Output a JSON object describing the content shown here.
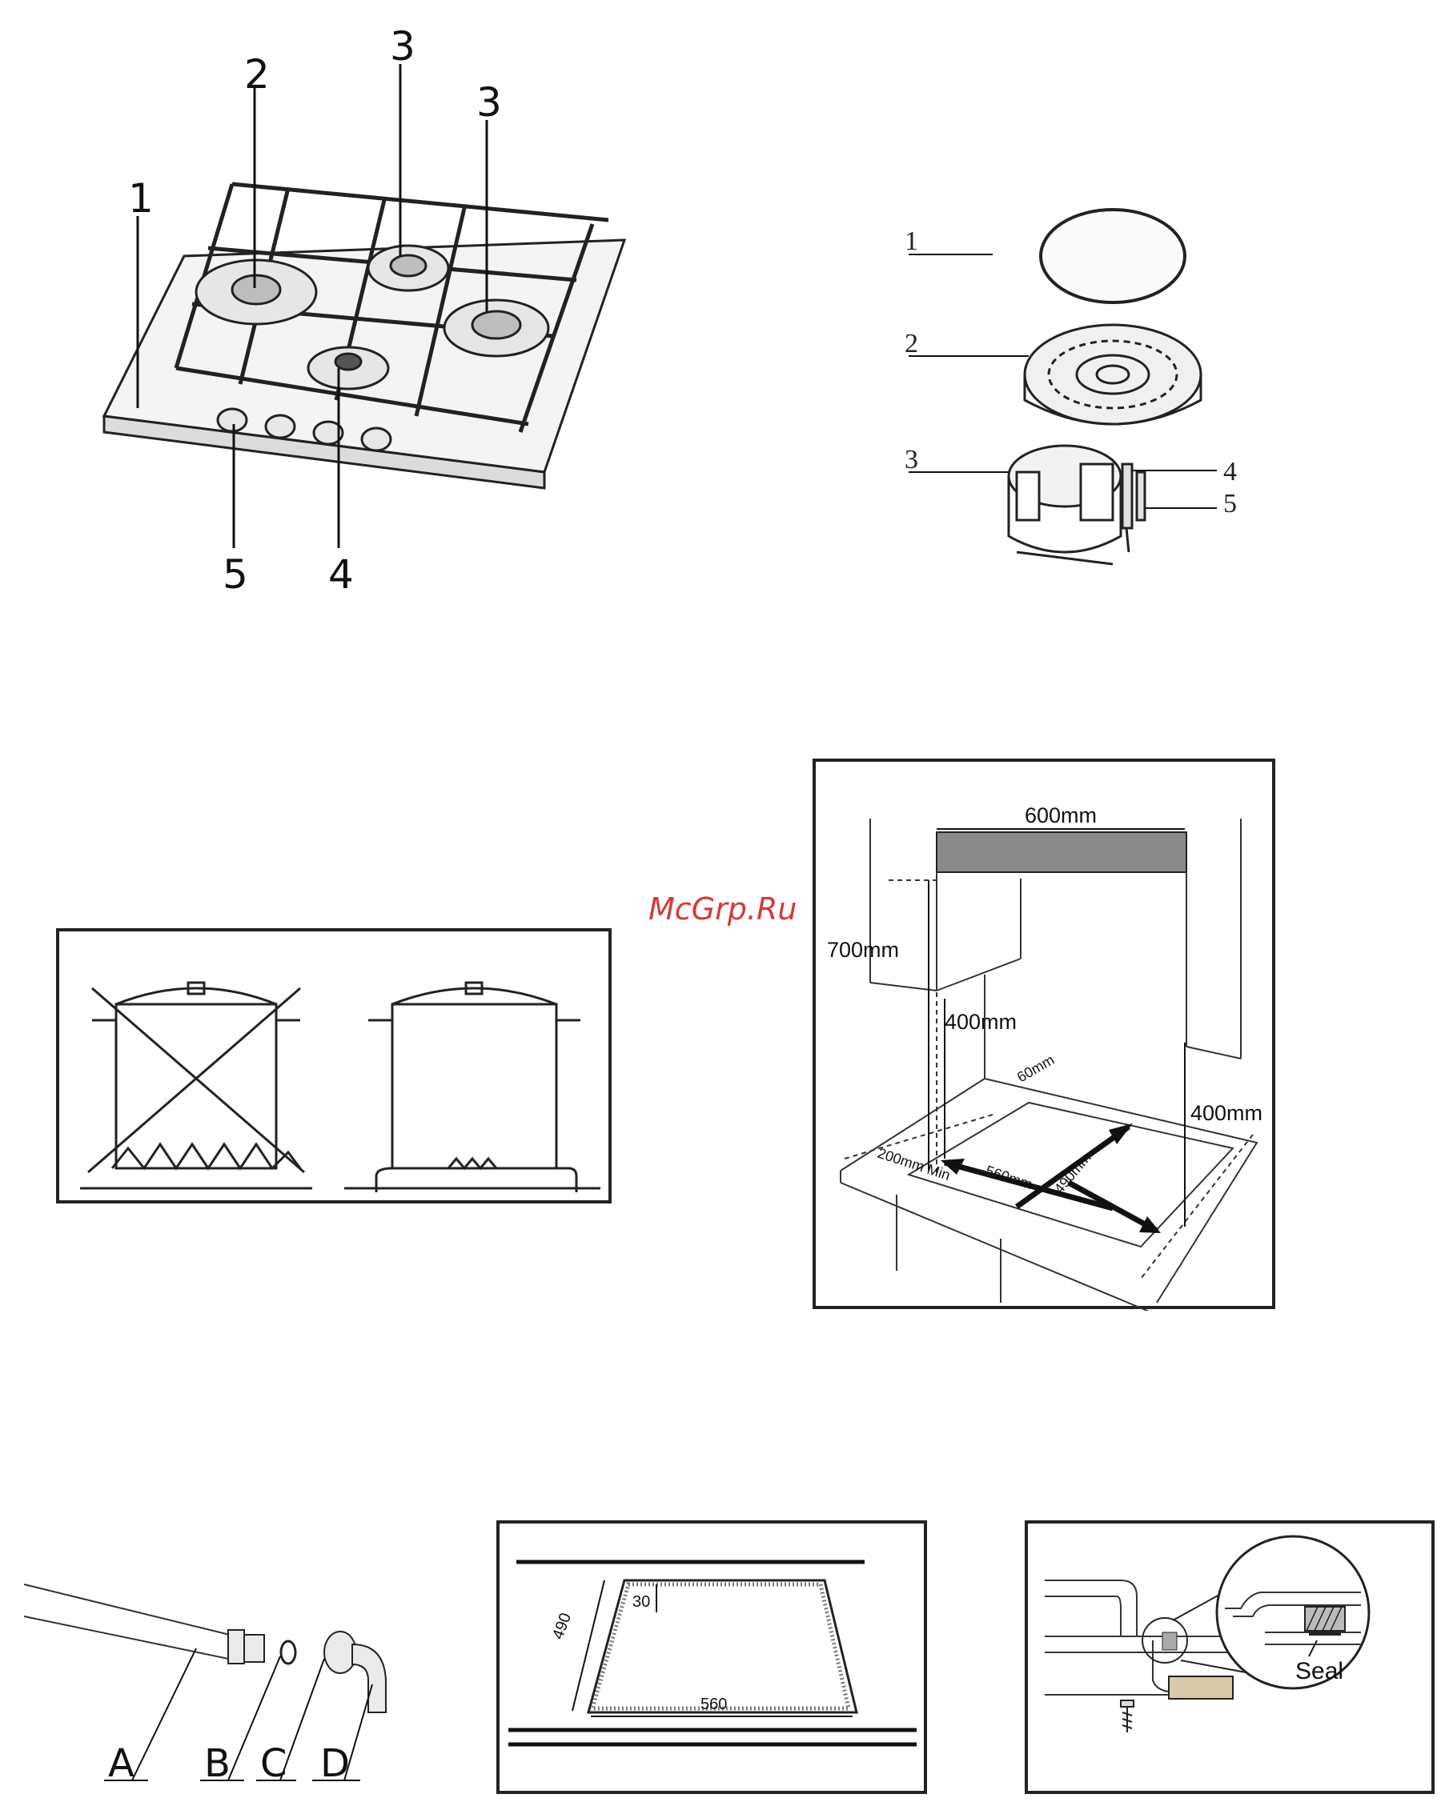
{
  "hob_diagram": {
    "callouts": [
      "1",
      "2",
      "3",
      "3",
      "4",
      "5"
    ]
  },
  "burner_diagram": {
    "callouts": [
      "1",
      "2",
      "3",
      "4",
      "5"
    ]
  },
  "watermark": "McGrp.Ru",
  "clearance_diagram": {
    "width_label": "600mm",
    "height_label": "700mm",
    "side_height_label": "400mm",
    "right_height_label": "400mm",
    "back_gap_label": "60mm",
    "front_gap_label": "200mm Min",
    "cutout_width_label": "560mm",
    "cutout_depth_label": "490mm"
  },
  "hose_diagram": {
    "labels": [
      "A",
      "B",
      "C",
      "D"
    ]
  },
  "cutout_diagram": {
    "depth": "490",
    "offset": "30",
    "width": "560"
  },
  "seal_diagram": {
    "label": "Seal"
  }
}
